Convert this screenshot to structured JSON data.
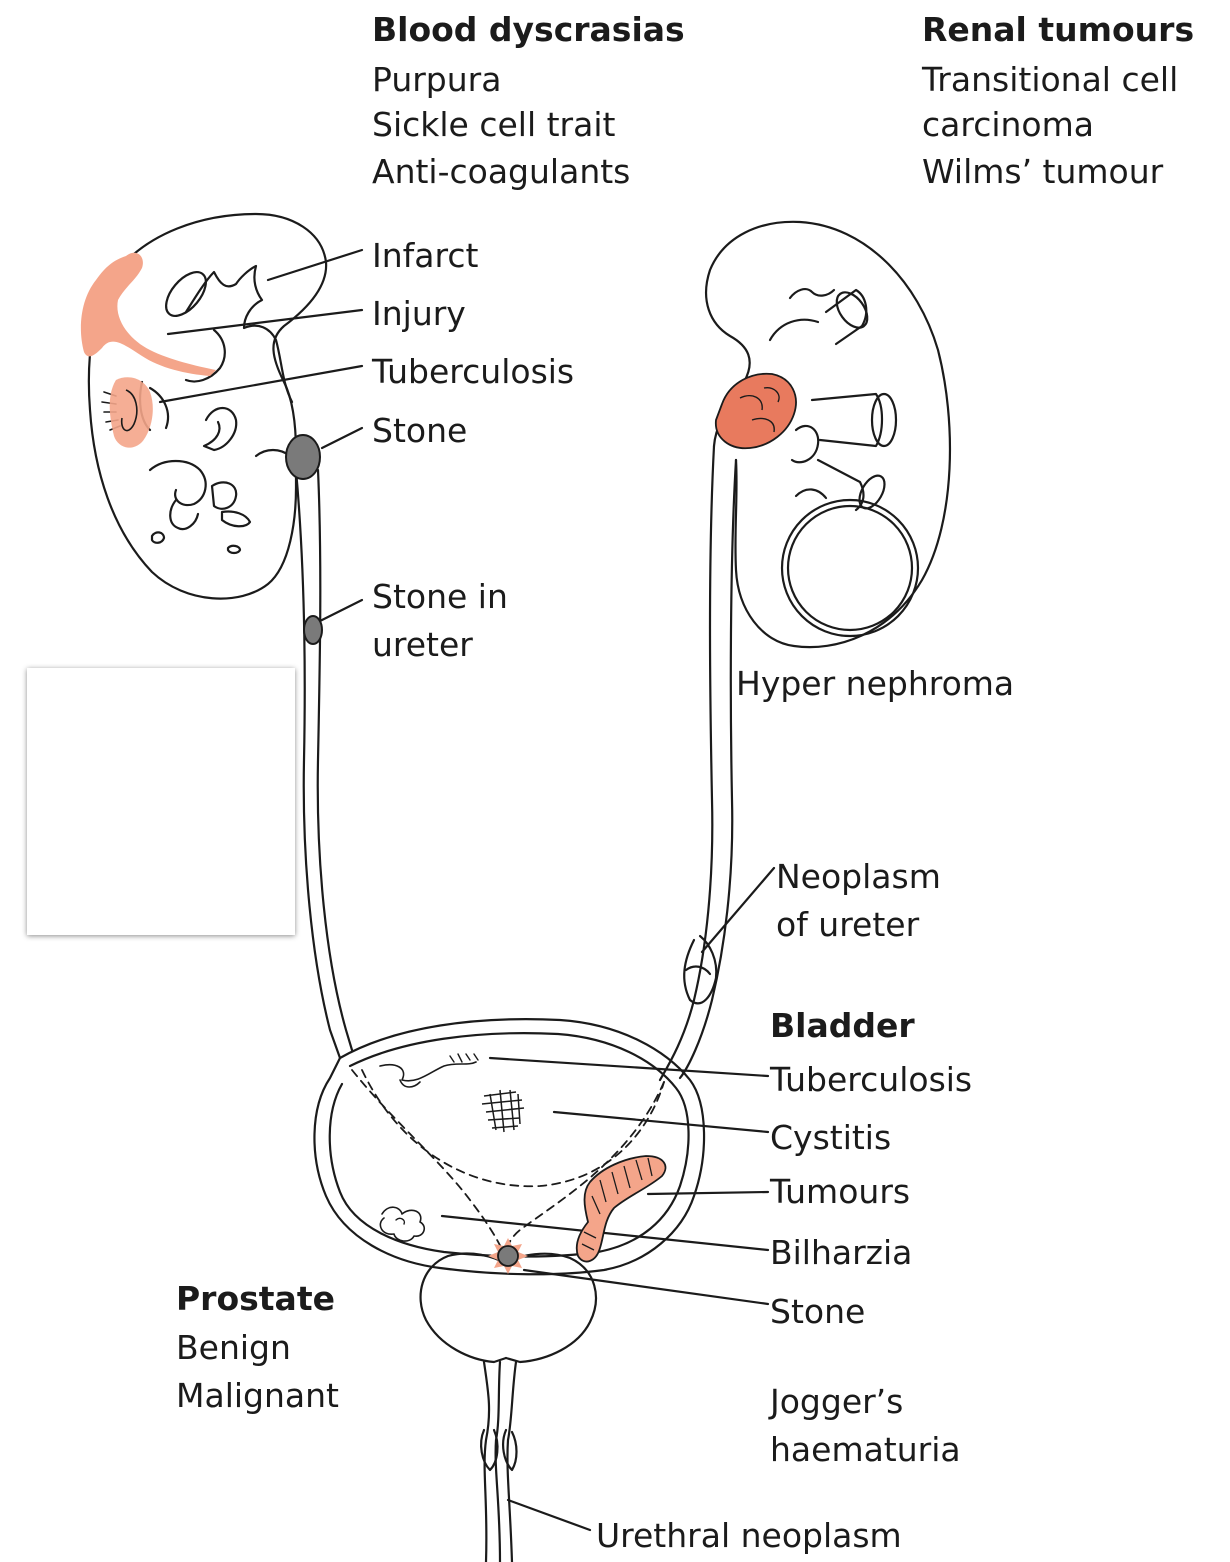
{
  "blood_dyscrasias": {
    "heading": "Blood dyscrasias",
    "items": [
      "Purpura",
      "Sickle cell trait",
      "Anti-coagulants"
    ]
  },
  "renal_tumours": {
    "heading": "Renal tumours",
    "items": [
      "Transitional cell",
      "carcinoma",
      "Wilms’ tumour"
    ]
  },
  "left_kidney": {
    "labels": [
      "Infarct",
      "Injury",
      "Tuberculosis",
      "Stone"
    ]
  },
  "stone_in_ureter": [
    "Stone in",
    "ureter"
  ],
  "hypernephroma": "Hyper nephroma",
  "neoplasm_of_ureter": [
    "Neoplasm",
    "of ureter"
  ],
  "bladder": {
    "heading": "Bladder",
    "items": [
      "Tuberculosis",
      "Cystitis",
      "Tumours",
      "Bilharzia",
      "Stone"
    ]
  },
  "prostate": {
    "heading": "Prostate",
    "items": [
      "Benign",
      "Malignant"
    ]
  },
  "joggers_haematuria": [
    "Jogger’s",
    "haematuria"
  ],
  "urethral_neoplasm": "Urethral neoplasm",
  "colors": {
    "lesion": "#f4a58a",
    "lesion_dark": "#e87a5e",
    "stone": "#7a7a7a",
    "outline": "#1b1b1b"
  }
}
